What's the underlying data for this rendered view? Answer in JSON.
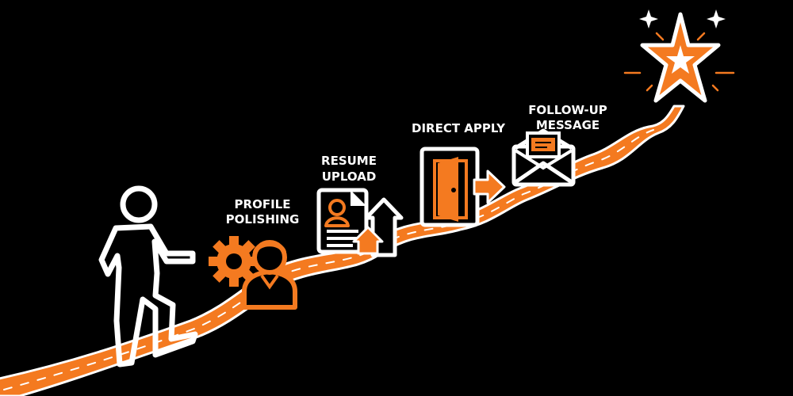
{
  "steps": [
    {
      "lines": [
        "PROFILE",
        "POLISHING"
      ],
      "icon": "gear-person-icon"
    },
    {
      "lines": [
        "RESUME",
        "UPLOAD"
      ],
      "icon": "resume-upload-icon"
    },
    {
      "lines": [
        "DIRECT APPLY"
      ],
      "icon": "door-arrow-icon"
    },
    {
      "lines": [
        "FOLLOW-UP",
        "MESSAGE"
      ],
      "icon": "envelope-message-icon"
    }
  ],
  "goal_icon": "star-icon",
  "walker_icon": "walking-person-icon",
  "colors": {
    "background": "#000000",
    "accent": "#f47a20",
    "line": "#ffffff"
  }
}
